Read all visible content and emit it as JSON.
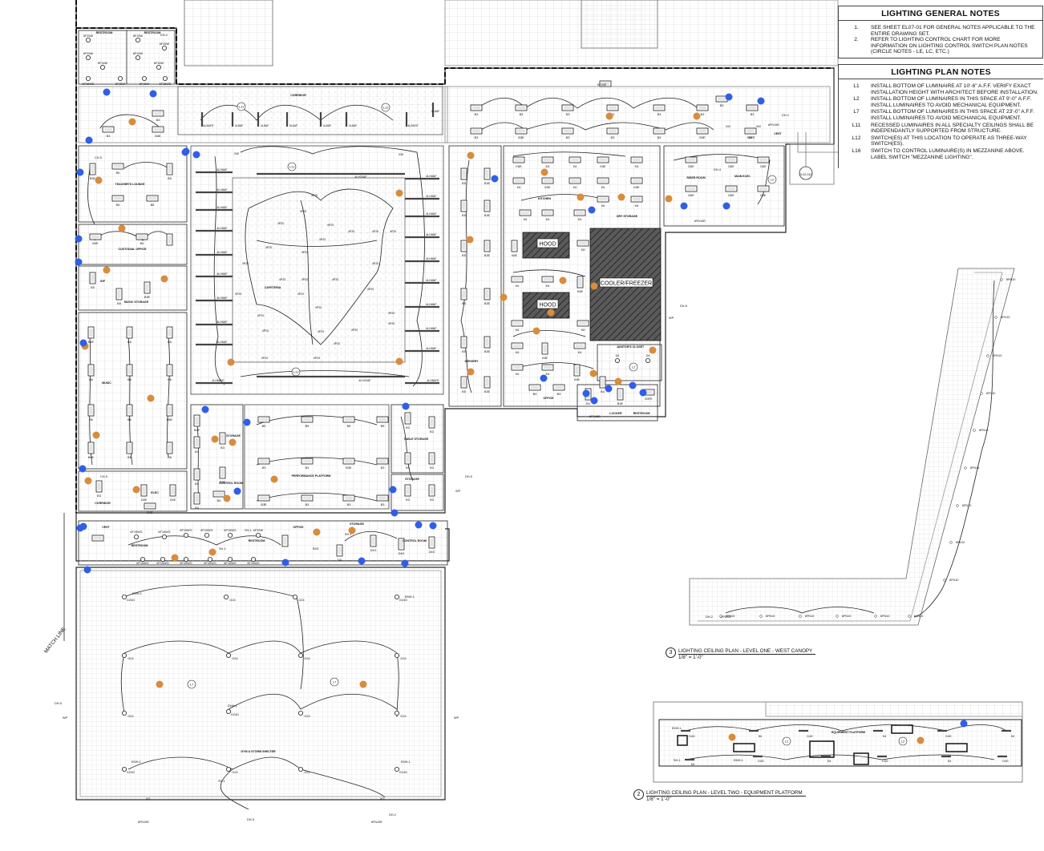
{
  "general_notes": {
    "title": "LIGHTING GENERAL NOTES",
    "items": [
      {
        "id": "1.",
        "text": "SEE SHEET EL07-01 FOR GENERAL NOTES APPLICABLE TO THE ENTIRE DRAWING SET."
      },
      {
        "id": "2.",
        "text": "REFER TO LIGHTING CONTROL CHART FOR MORE INFORMATION ON LIGHTING CONTROL SWITCH PLAN NOTES (CIRCLE NOTES - LE, LC, ETC.)"
      }
    ]
  },
  "plan_notes": {
    "title": "LIGHTING PLAN NOTES",
    "items": [
      {
        "id": "L1",
        "text": "INSTALL BOTTOM OF LUMINAIRE AT 10'-6\" A.F.F. VERIFY EXACT INSTALLATION HEIGHT WITH ARCHITECT BEFORE INSTALLATION."
      },
      {
        "id": "L2",
        "text": "INSTALL BOTTOM OF LUMINAIRES IN THIS SPACE AT 9'-0\" A.F.F. INSTALL LUMINAIRES TO AVOID MECHANICAL EQUIPMENT."
      },
      {
        "id": "L7",
        "text": "INSTALL BOTTOM OF LUMINAIRES IN THIS SPACE AT 23'-0\" A.F.F. INSTALL LUMINAIRES TO AVOID MECHANICAL EQUIPMENT."
      },
      {
        "id": "L11",
        "text": "RECESSED LUMINAIRES IN ALL SPECIALTY CEILINGS SHALL BE INDEPENDANTLY SUPPORTED FROM STRUCTURE."
      },
      {
        "id": "L12",
        "text": "SWITCH(ES) AT THIS LOCATION TO OPERATE AS THREE-WAY SWITCH(ES)."
      },
      {
        "id": "L16",
        "text": "SWITCH TO CONTROL LUMINAIRE(S) IN MEZZANINE ABOVE. LABEL SWITCH \"MEZZANINE LIGHTING\"."
      }
    ]
  },
  "captions": {
    "canopy": {
      "num": "3",
      "title": "LIGHTING CEILING PLAN - LEVEL ONE - WEST CANOPY",
      "scale": "1/8\" = 1'-0\""
    },
    "platform": {
      "num": "2",
      "title": "LIGHTING CEILING PLAN - LEVEL TWO - EQUIPMENT PLATFORM",
      "scale": "1/8\" = 1'-0\""
    }
  },
  "labels": {
    "hood1": "HOOD",
    "hood2": "HOOD",
    "cooler": "COOLER/FREEZER",
    "match_line": "MATCH LINE",
    "ref_bubble": "EL02-01D"
  },
  "rooms": {
    "restroom_a": "RESTROOM",
    "restroom_b": "RESTROOM",
    "corridor": "CORRIDOR",
    "teachers_lounge": "TEACHER'S LOUNGE",
    "custodial": "CUSTODIAL OFFICE",
    "idf": "IDF",
    "music_storage": "MUSIC STORAGE",
    "music": "MUSIC",
    "cafeteria": "CAFETERIA",
    "servery": "SERVERY",
    "kitchen": "KITCHEN",
    "dry_storage": "DRY STORAGE",
    "riser_room": "RISER ROOM",
    "main_elec": "MAIN ELEC",
    "vest_ne": "VEST",
    "janitors": "JANITOR'S CLOSET",
    "locker": "LOCKER",
    "restroom_c": "RESTROOM",
    "office_k": "OFFICE",
    "storage_a": "STORAGE",
    "control_room_a": "CONTROL ROOM",
    "performance": "PERFORMANCE PLATFORM",
    "table_storage": "TABLE STORAGE",
    "storage_b": "STORAGE",
    "elec": "ELEC",
    "corridor_b": "CORRIDOR",
    "vest_w": "VEST",
    "restroom_d": "RESTROOM",
    "restroom_e": "RESTROOM",
    "office_b": "OFFICE",
    "storage_c": "STORAGE",
    "control_room_b": "CONTROL ROOM",
    "gym": "GYM & STORM SHELTER",
    "equip_platform": "EQUIPMENT PLATFORM"
  },
  "tags": {
    "f6f15w": "6F15W",
    "f6f15wg": "6F15WG",
    "f6f15we": "6F15WE",
    "b3": "B3",
    "b3e": "B3E",
    "b5": "B5",
    "b5e": "B5E",
    "b6": "B6",
    "b6e": "B6E",
    "b4": "B4",
    "b4e": "B4E",
    "k6": "K6",
    "k6e": "K6E",
    "d4": "D4",
    "d4e": "D4E",
    "d4g": "D4G",
    "d6e": "D6E",
    "g24": "G24",
    "g24g": "G24G",
    "p4p20": "4P20",
    "p4ha": "4LH8AF",
    "p4hae": "4LH8AFE",
    "p4af": "4L8AF",
    "p4afe": "4L8AFE",
    "p4h20": "4LH20AF",
    "f6n10": "6FN10",
    "f6n15e": "6FN15E",
    "emh1": "EMH-1",
    "sh1": "SH-1",
    "dh2": "DH-2",
    "dh4": "DH-4",
    "dh5": "DH-5",
    "ch5": "CH-5",
    "xw": "XW",
    "xm": "XM",
    "xg": "XG",
    "wp": "WP",
    "b3fe": "B3FE",
    "b3g": "B3G",
    "f6f15e": "6F15E",
    "l1": "L1",
    "l2": "L2",
    "l7": "L7",
    "l11": "L11",
    "l12": "L12",
    "l16": "L16",
    "l6": "L6",
    "l5": "L5"
  },
  "colors": {
    "orange_marker": "#d98c3a",
    "blue_marker": "#2f5fe8",
    "line": "#222222",
    "hatch": "#3a3a3a"
  }
}
